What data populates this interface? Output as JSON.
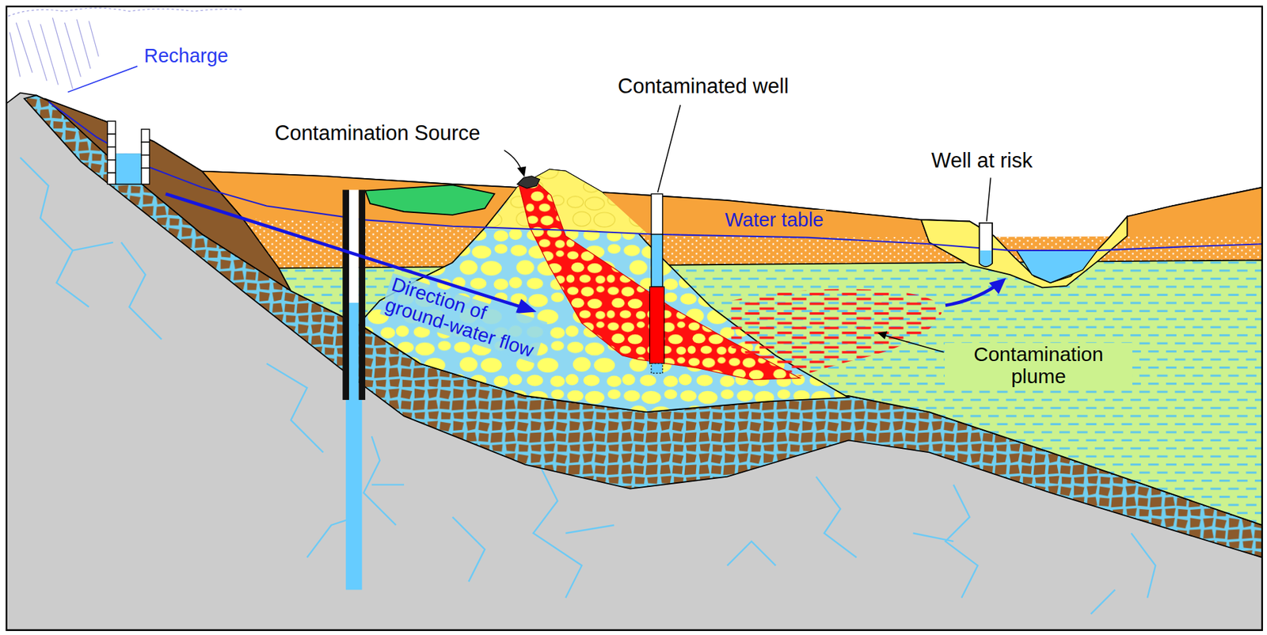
{
  "diagram": {
    "labels": [
      "Recharge",
      "Contamination Source",
      "Contaminated well",
      "Well at risk",
      "Water table",
      "Direction of ground-water flow",
      "Contamination plume"
    ]
  }
}
